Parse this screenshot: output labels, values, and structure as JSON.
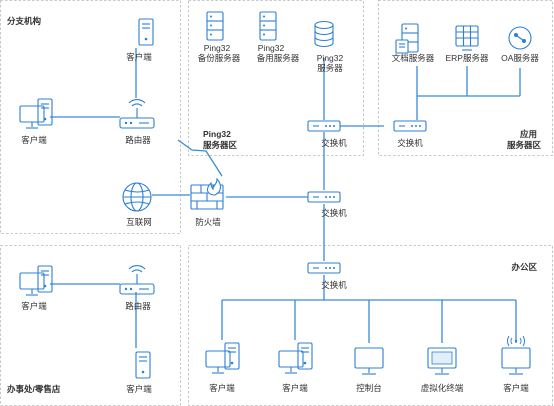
{
  "zones": {
    "branch": "分支机构",
    "ping32_line1": "Ping32",
    "ping32_line2": "服务器区",
    "app_line1": "应用",
    "app_line2": "服务器区",
    "office": "办公区",
    "retail": "办事处/零售店"
  },
  "labels": {
    "branch_client_top": "客户端",
    "branch_client_left": "客户端",
    "branch_router": "路由器",
    "ping32_backup_1": "Ping32",
    "ping32_backup_2": "备份服务器",
    "ping32_standby_1": "Ping32",
    "ping32_standby_2": "备用服务器",
    "ping32_main_1": "Ping32",
    "ping32_main_2": "服务器",
    "doc_server": "文档服务器",
    "erp_server": "ERP服务器",
    "oa_server": "OA服务器",
    "switch_top": "交换机",
    "switch_app": "交换机",
    "switch_mid": "交换机",
    "switch_office": "交换机",
    "internet": "互联网",
    "firewall": "防火墙",
    "retail_client_left": "客户端",
    "retail_router": "路由器",
    "retail_client_bottom": "客户端",
    "office_client_1": "客户端",
    "office_client_2": "客户端",
    "console": "控制台",
    "virtual_terminal": "虚拟化终端",
    "office_client_mobile": "客户端"
  },
  "colors": {
    "accent": "#2c7fd6",
    "wire": "#3a8ad8",
    "zone_border": "#b9b9b9",
    "text": "#333333"
  }
}
